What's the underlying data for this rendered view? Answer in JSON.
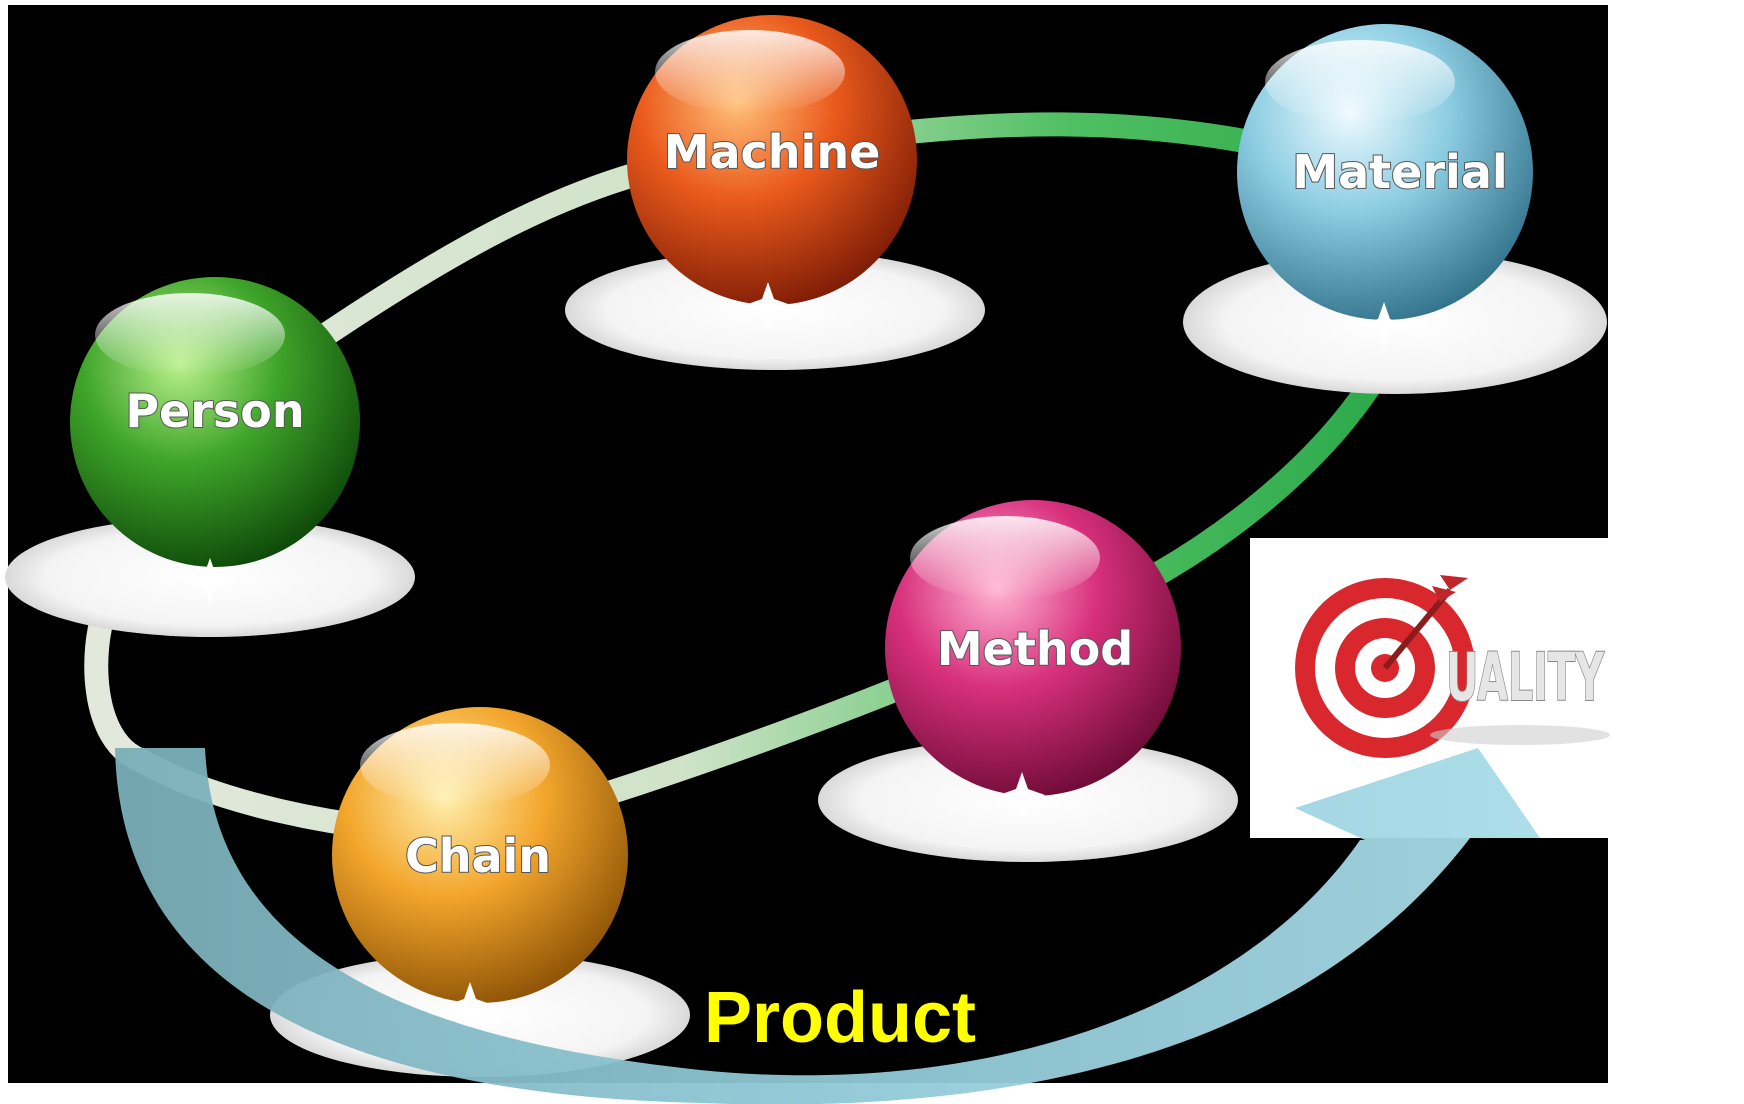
{
  "nodes": [
    {
      "id": "person",
      "label": "Person",
      "color": "#2f9a1e",
      "icon": "sphere-green"
    },
    {
      "id": "machine",
      "label": "Machine",
      "color": "#e4571a",
      "icon": "sphere-orange"
    },
    {
      "id": "material",
      "label": "Material",
      "color": "#7fc6dc",
      "icon": "sphere-blue"
    },
    {
      "id": "method",
      "label": "Method",
      "color": "#d42d78",
      "icon": "sphere-pink"
    },
    {
      "id": "chain",
      "label": "Chain",
      "color": "#f0a528",
      "icon": "sphere-yellow"
    }
  ],
  "flow": {
    "label": "Product",
    "label_color": "#ffff00",
    "arrow_color": "#9dd3e0"
  },
  "logo": {
    "text": "UALITY",
    "icon": "target-with-dart-icon",
    "accent": "#d8272d"
  },
  "background": "#000000"
}
